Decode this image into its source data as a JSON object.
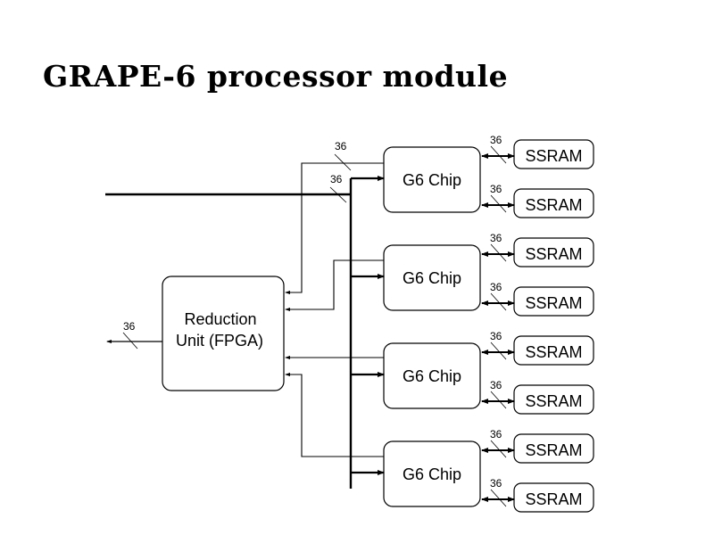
{
  "title": "GRAPE-6 processor module",
  "reduction_unit": {
    "label_lines": [
      "Reduction",
      "Unit (FPGA)"
    ],
    "output_width": "36"
  },
  "input_bus": {
    "widths": [
      "36",
      "36"
    ]
  },
  "chips": [
    {
      "label": "G6 Chip",
      "ssram": [
        {
          "label": "SSRAM",
          "width": "36"
        },
        {
          "label": "SSRAM",
          "width": "36"
        }
      ]
    },
    {
      "label": "G6 Chip",
      "ssram": [
        {
          "label": "SSRAM",
          "width": "36"
        },
        {
          "label": "SSRAM",
          "width": "36"
        }
      ]
    },
    {
      "label": "G6 Chip",
      "ssram": [
        {
          "label": "SSRAM",
          "width": "36"
        },
        {
          "label": "SSRAM",
          "width": "36"
        }
      ]
    },
    {
      "label": "G6 Chip",
      "ssram": [
        {
          "label": "SSRAM",
          "width": "36"
        },
        {
          "label": "SSRAM",
          "width": "36"
        }
      ]
    }
  ],
  "colors": {
    "line": "#000000",
    "background": "#ffffff"
  }
}
